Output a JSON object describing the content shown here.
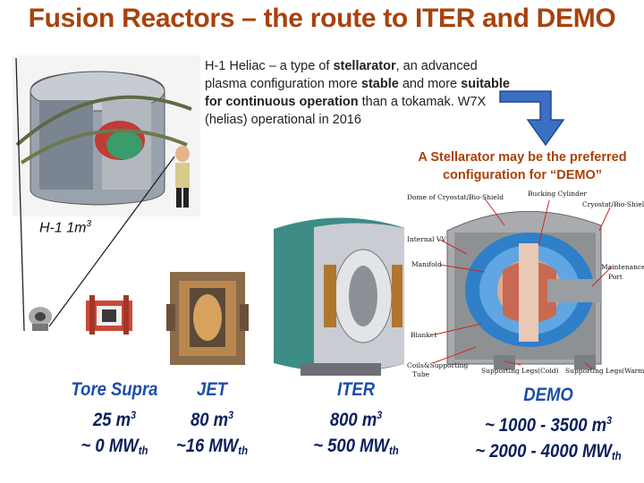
{
  "title": "Fusion Reactors – the route to ITER and DEMO",
  "description": {
    "part1": "H-1 Heliac – a type of ",
    "b1": "stellarator",
    "part2": ", an advanced plasma configuration more ",
    "b2": "stable",
    "part3": " and more ",
    "b3": "suitable for continuous operation",
    "part4": " than a tokamak.  W7X (helias) operational in 2016"
  },
  "stellarator_note": "A Stellarator may be the preferred configuration for “DEMO”",
  "h1": {
    "name": "H-1",
    "volume": "1m",
    "exp": "3"
  },
  "machines": [
    {
      "name": "Tore Supra",
      "volume": "25 m",
      "vol_exp": "3",
      "power": "~ 0 MW",
      "power_sub": "th"
    },
    {
      "name": "JET",
      "volume": "80 m",
      "vol_exp": "3",
      "power": "~16 MW",
      "power_sub": "th"
    },
    {
      "name": "ITER",
      "volume": "800 m",
      "vol_exp": "3",
      "power": "~ 500 MW",
      "power_sub": "th"
    },
    {
      "name": "DEMO",
      "volume": "~ 1000 - 3500 m",
      "vol_exp": "3",
      "power": "~ 2000 - 4000 MW",
      "power_sub": "th"
    }
  ],
  "demo_diagram_labels": {
    "dome": "Dome of Cryostat/Bio-Shield",
    "bucking": "Bucking Cylinder",
    "cryostat": "Cryostat/Bio-Shield",
    "internal_vv": "Internal VV",
    "manifold": "Manifold",
    "maintenance": "Maintenance",
    "port": "Port",
    "blanket": "Blanket",
    "coils": "Coils&Supporting",
    "tube": "Tube",
    "legs_cold": "Supporting Legs(Cold)",
    "legs_warm": "Supporting Legs(Warm)"
  },
  "colors": {
    "title": "#a8420c",
    "note": "#a8420c",
    "machine_label": "#1b4fa8",
    "arrow": "#3a6fc4"
  }
}
